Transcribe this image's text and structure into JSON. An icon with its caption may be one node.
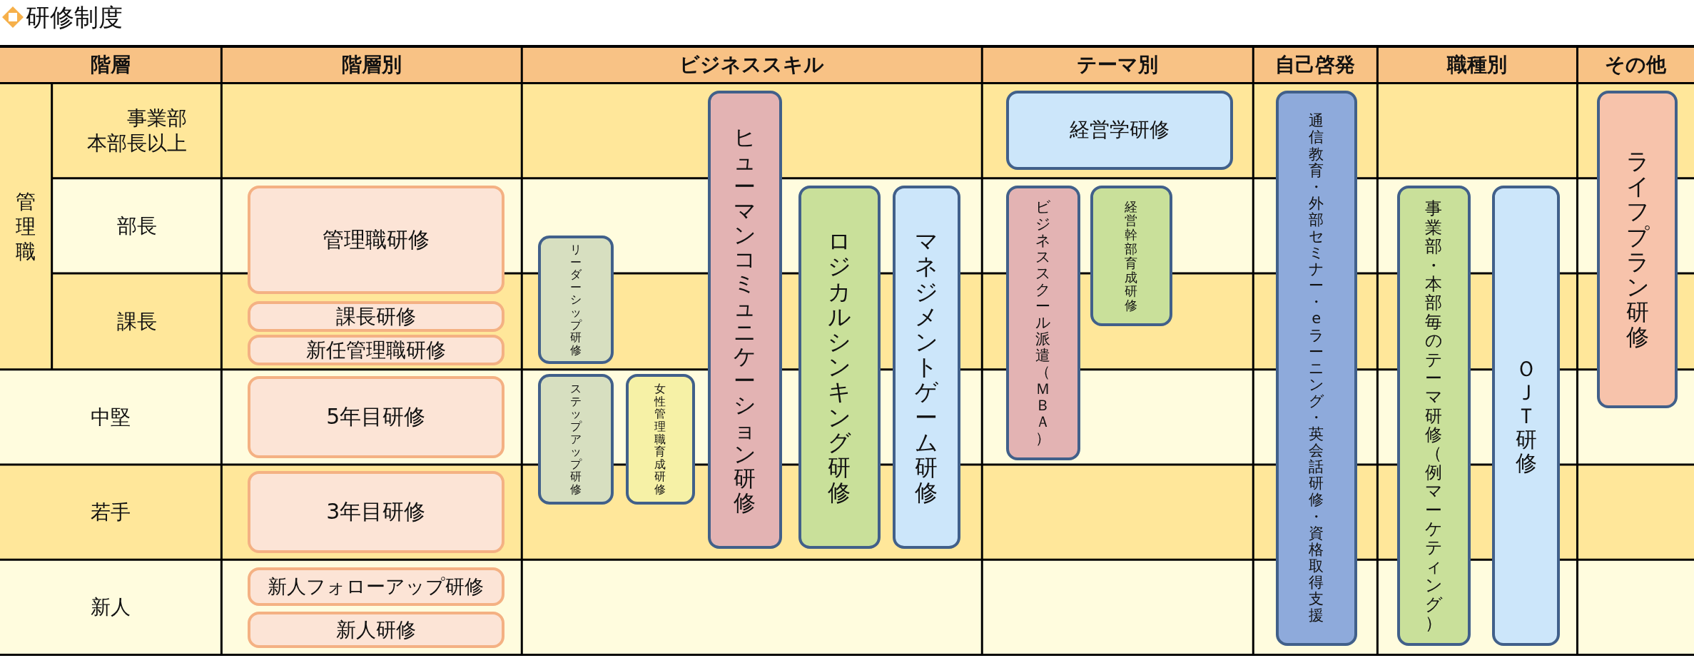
{
  "diagram": {
    "title": "研修制度",
    "nodes": [
      {
        "text": [
          "管理職研修"
        ]
      },
      {
        "text": [
          "課長研修"
        ]
      },
      {
        "text": [
          "新任管理職研修"
        ]
      },
      {
        "text": [
          "5年目研修"
        ]
      },
      {
        "text": [
          "3年目研修"
        ]
      },
      {
        "text": [
          "新人フォローアップ研修"
        ]
      },
      {
        "text": [
          "新人研修"
        ]
      },
      {
        "text": [
          "リーダーシップ研修"
        ]
      },
      {
        "text": [
          "ステップアップ研修"
        ]
      },
      {
        "text": [
          "女性管理職育成研修"
        ]
      },
      {
        "text": [
          "ヒューマンコミュニケーション研修"
        ]
      },
      {
        "text": [
          "ロジカルシンキング研修"
        ]
      },
      {
        "text": [
          "マネジメントゲーム研修"
        ]
      },
      {
        "text": [
          "経営学研修"
        ]
      },
      {
        "text": [
          "ビジネススクール派遣（ＭＢＡ）"
        ]
      },
      {
        "text": [
          "経営幹部育成研修"
        ]
      },
      {
        "text": [
          "通信教育・外部セミナー・eラーニング・英会話研修・資格取得支援"
        ]
      },
      {
        "text": [
          "事業部・本部毎のテーマ研修（例マーケティング）"
        ]
      },
      {
        "text": [
          "ＯＪＴ研修"
        ]
      },
      {
        "text": [
          "ライフプラン研修"
        ]
      }
    ],
    "labels": [
      "階層",
      "階層別",
      "ビジネススキル",
      "テーマ別",
      "自己啓発",
      "職種別",
      "その他",
      "管理職",
      "事業部本部長以上",
      "部長",
      "課長",
      "中堅",
      "若手",
      "新人"
    ]
  }
}
